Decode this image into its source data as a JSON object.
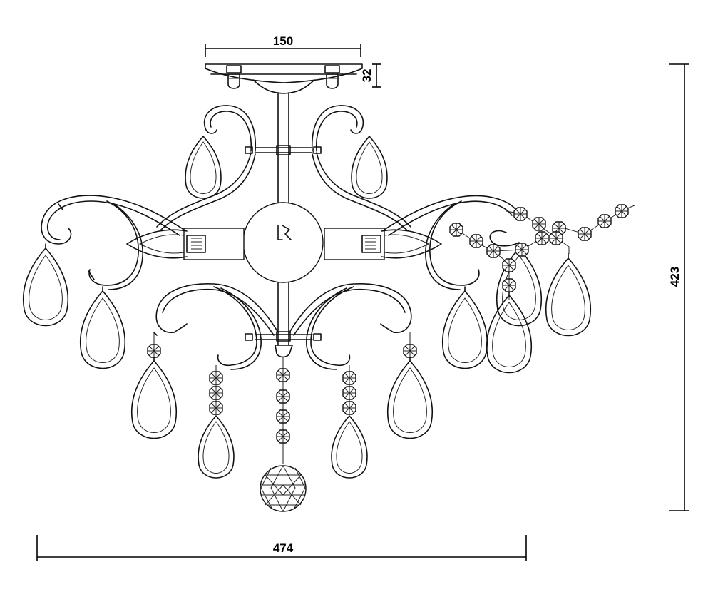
{
  "dimensions": {
    "top_width": "150",
    "plate_height": "32",
    "total_height": "423",
    "total_width": "474"
  }
}
